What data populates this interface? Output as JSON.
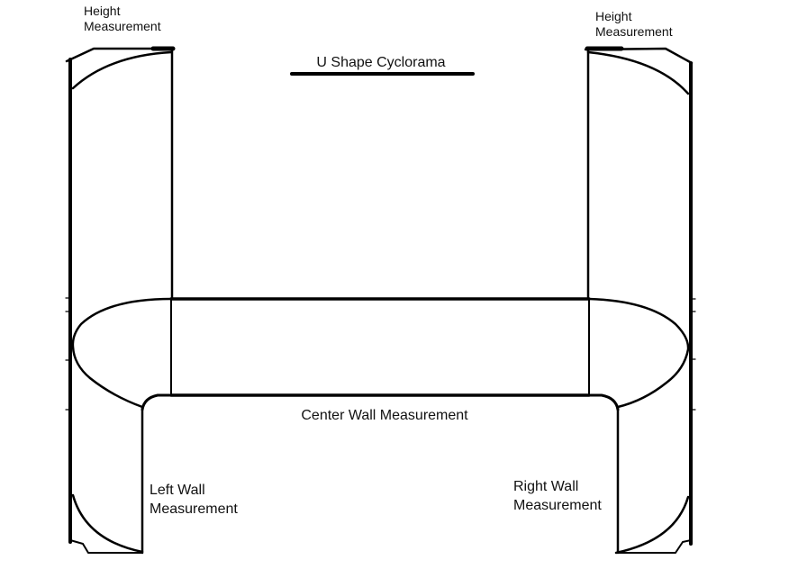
{
  "diagram": {
    "title": "U Shape Cyclorama",
    "labels": {
      "height_left_line1": "Height",
      "height_left_line2": "Measurement",
      "height_right_line1": "Height",
      "height_right_line2": "Measurement",
      "center_wall": "Center Wall Measurement",
      "left_wall_line1": "Left Wall",
      "left_wall_line2": "Measurement",
      "right_wall_line1": "Right Wall",
      "right_wall_line2": "Measurement"
    },
    "colors": {
      "ink": "#000000",
      "background": "#ffffff"
    }
  }
}
